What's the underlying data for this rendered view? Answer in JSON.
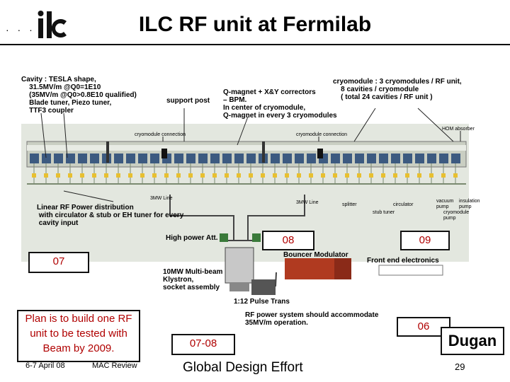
{
  "header": {
    "title": "ILC RF unit at Fermilab"
  },
  "diagram": {
    "cavity_note": "Cavity : TESLA shape,\n    31.5MV/m @Q0=1E10\n    (35MV/m @Q0>0.8E10 qualified)\n    Blade tuner, Piezo tuner,\n    TTF3 coupler",
    "support_post": "support post",
    "qmagnet_note": "Q-magnet + X&Y correctors\n– BPM.\nIn center of cryomodule,\nQ-magnet in every 3 cryomodules",
    "cryomodule_note": "cryomodule : 3 cryomodules / RF unit,\n    8 cavities / cryomodule\n    ( total 24 cavities / RF unit )",
    "cryomodule_connection_1": "cryomodule connection",
    "cryomodule_connection_2": "cryomodule connection",
    "hom_absorber": "HOM absorber",
    "line_3mw_left": "3MW Line",
    "line_3mw_right": "3MW Line",
    "splitter": "splitter",
    "circulator": "circulator",
    "stub_tuner": "stub tuner",
    "vacuum_pump": "vacuum\npump",
    "insulation_pump": "insulation\npump",
    "cryomodule_pump": "cryomodule\npump",
    "linear_rf_note": "Linear RF Power distribution\n with circulator & stub or EH tuner for every\n cavity input",
    "high_power_att": "High power Att.",
    "bouncer_modulator": "Bouncer Modulator",
    "front_end": "Front end electronics",
    "klystron": "10MW Multi-beam\nKlystron,\nsocket assembly",
    "pulse_trans": "1:12 Pulse Trans",
    "rf_power_note": "RF power system should accommodate\n35MV/m operation."
  },
  "boxes": {
    "b07": "07",
    "b08": "08",
    "b09": "09",
    "b06": "06",
    "b0708": "07-08"
  },
  "plan_text": "Plan is to build one RF unit to be tested with Beam by 2009.",
  "footer": {
    "date": "6-7 April 08",
    "review": "MAC Review",
    "org": "Global Design Effort",
    "author": "Dugan",
    "page": "29"
  },
  "colors": {
    "cryostat": "#cfd4c8",
    "cavity": "#3c5a80",
    "coupler_yellow": "#e8c030",
    "modulator": "#b03a20",
    "panel": "#d4d9d0",
    "box_red": "#b00000"
  }
}
